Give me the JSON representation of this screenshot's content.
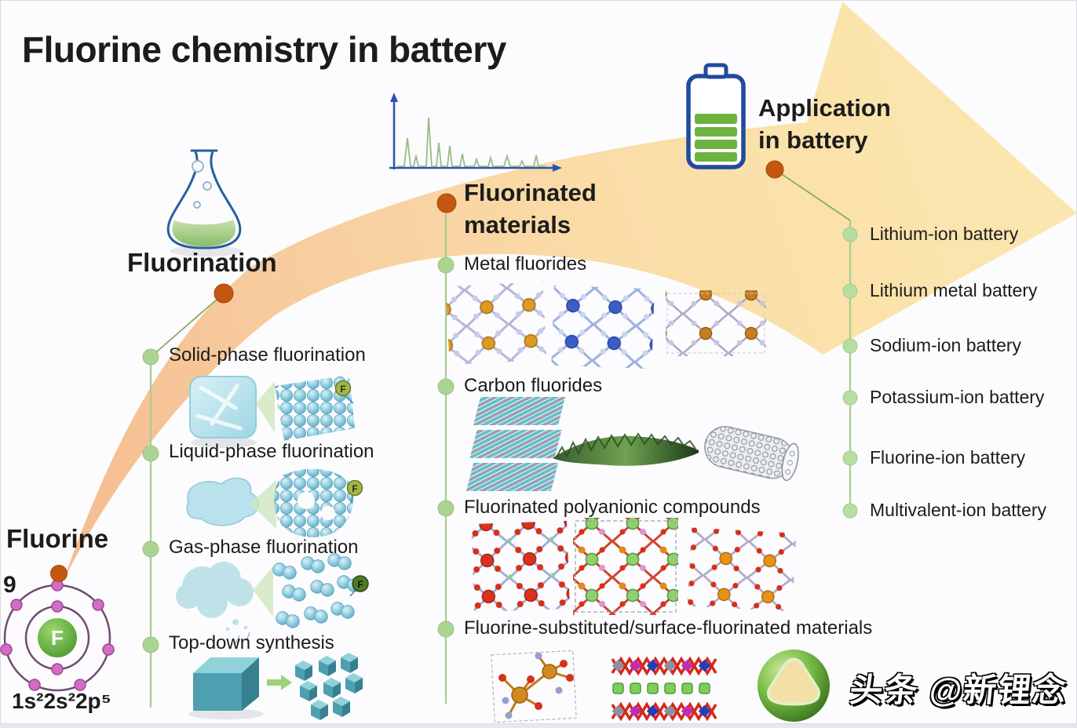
{
  "title": "Fluorine chemistry in battery",
  "watermark": "头条 @新锂念",
  "colors": {
    "arrow_tail": "#f5bd92",
    "arrow_head": "#fbe7b2",
    "stage_dot": "#c4570f",
    "timeline_green": "#a8cc8e",
    "battery_green": "#6cb33f",
    "outline_blue": "#1f4a9e",
    "flask_blue": "#2a5f9e",
    "text": "#1c1c1c"
  },
  "fluorine": {
    "label": "Fluorine",
    "atomic_number": "9",
    "symbol": "F",
    "electron_configuration": "1s²2s²2p⁵"
  },
  "fluorination": {
    "label": "Fluorination",
    "f_atom_label": "F",
    "items": [
      {
        "label": "Solid-phase fluorination"
      },
      {
        "label": "Liquid-phase fluorination"
      },
      {
        "label": "Gas-phase fluorination"
      },
      {
        "label": "Top-down synthesis"
      }
    ]
  },
  "materials": {
    "label_line1": "Fluorinated",
    "label_line2": "materials",
    "items": [
      {
        "label": "Metal fluorides"
      },
      {
        "label": "Carbon fluorides"
      },
      {
        "label": "Fluorinated polyanionic compounds"
      },
      {
        "label": "Fluorine-substituted/surface-fluorinated materials"
      }
    ]
  },
  "application": {
    "label_line1": "Application",
    "label_line2": "in battery",
    "items": [
      {
        "label": "Lithium-ion battery"
      },
      {
        "label": "Lithium metal battery"
      },
      {
        "label": "Sodium-ion battery"
      },
      {
        "label": "Potassium-ion battery"
      },
      {
        "label": "Fluorine-ion battery"
      },
      {
        "label": "Multivalent-ion battery"
      }
    ]
  },
  "icons": [
    {
      "name": "arrow-swoosh"
    },
    {
      "name": "flask-icon"
    },
    {
      "name": "spectrum-icon"
    },
    {
      "name": "battery-icon"
    },
    {
      "name": "atom-icon"
    },
    {
      "name": "ice-cube-icon"
    },
    {
      "name": "liquid-icon"
    },
    {
      "name": "gas-cloud-icon"
    },
    {
      "name": "cube-icon"
    },
    {
      "name": "crystal-structure-icon"
    },
    {
      "name": "graphene-icon"
    },
    {
      "name": "nanotube-icon"
    },
    {
      "name": "core-shell-icon"
    }
  ]
}
